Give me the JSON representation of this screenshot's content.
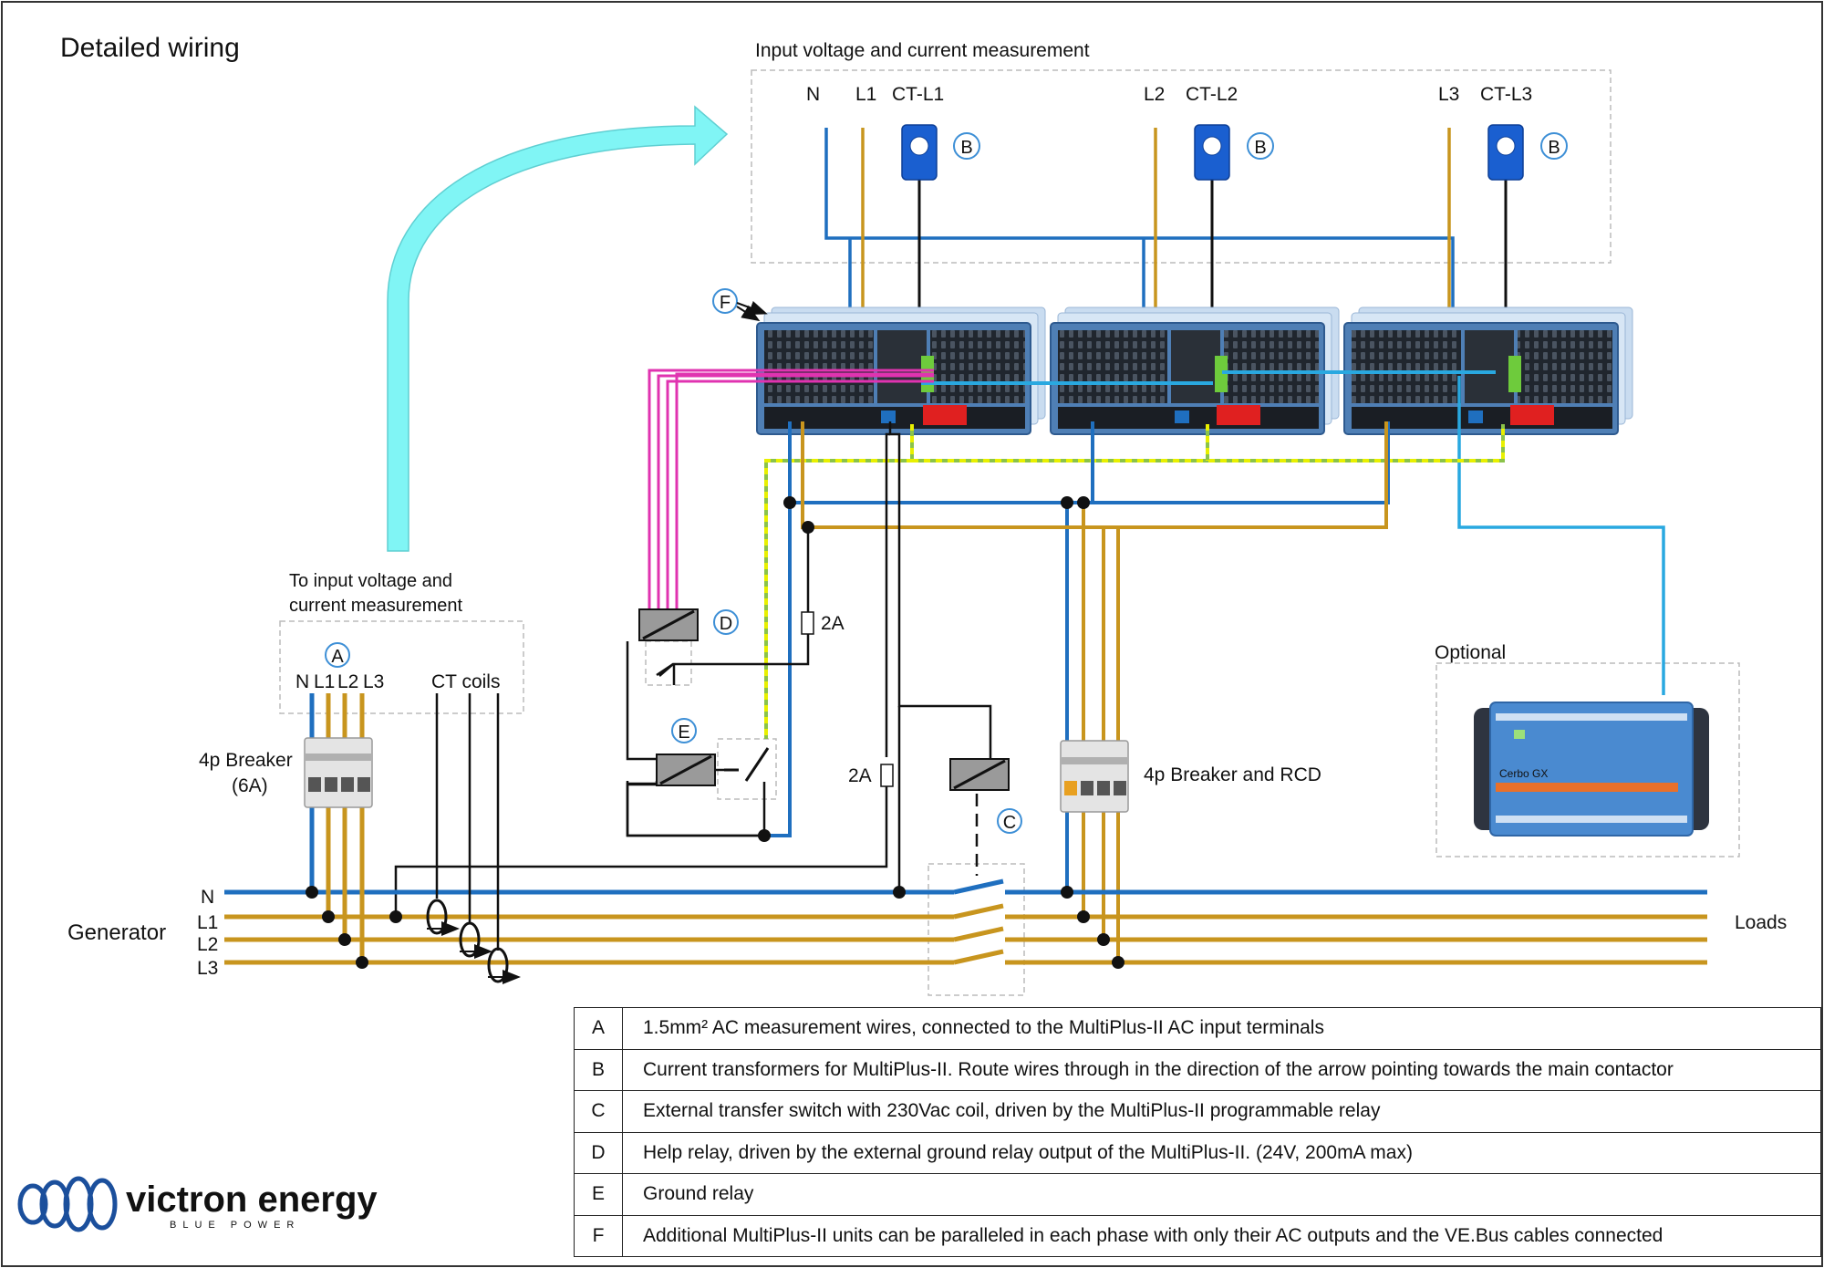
{
  "title": "Detailed wiring",
  "input_box_label": "Input voltage and current measurement",
  "top_terminals": [
    "N",
    "L1",
    "CT-L1",
    "L2",
    "CT-L2",
    "L3",
    "CT-L3"
  ],
  "to_input_label_line1": "To input voltage and",
  "to_input_label_line2": "current measurement",
  "breaker_terminals": [
    "N",
    "L1",
    "L2",
    "L3"
  ],
  "ct_coils_label": "CT coils",
  "breaker_4p_line1": "4p Breaker",
  "breaker_4p_line2": "(6A)",
  "breaker_rcd_label": "4p Breaker and RCD",
  "fuse_label_1": "2A",
  "fuse_label_2": "2A",
  "optional_label": "Optional",
  "cerbo_name": "Cerbo GX",
  "generator_label": "Generator",
  "generator_lines": [
    "N",
    "L1",
    "L2",
    "L3"
  ],
  "loads_label": "Loads",
  "markers": {
    "A": "A",
    "B": "B",
    "C": "C",
    "D": "D",
    "E": "E",
    "F": "F"
  },
  "brand": {
    "name": "victron energy",
    "tagline": "BLUE POWER"
  },
  "legend": [
    {
      "key": "A",
      "text": "1.5mm² AC measurement wires, connected to the MultiPlus-II AC input terminals"
    },
    {
      "key": "B",
      "text": "Current transformers for MultiPlus-II. Route wires through in the direction of the arrow pointing towards the main contactor"
    },
    {
      "key": "C",
      "text": "External transfer switch with 230Vac coil, driven by the MultiPlus-II programmable relay"
    },
    {
      "key": "D",
      "text": "Help relay, driven by the external ground relay output of the MultiPlus-II.  (24V, 200mA max)"
    },
    {
      "key": "E",
      "text": "Ground relay"
    },
    {
      "key": "F",
      "text": "Additional MultiPlus-II units can be paralleled in each phase with only their AC outputs and the VE.Bus cables connected"
    }
  ],
  "colors": {
    "neutral": "#1f6fbf",
    "phase": "#c8951e",
    "vebus": "#29a8e0",
    "ct": "#1a5fd0",
    "magenta": "#e033b0",
    "earth_dash": "#e8f000",
    "earth_base": "#8bc34a",
    "arrow": "#80f5f5",
    "marker": "#3d8fd6",
    "inverter": "#4f7fb5",
    "cerbo": "#4a8ad0"
  }
}
